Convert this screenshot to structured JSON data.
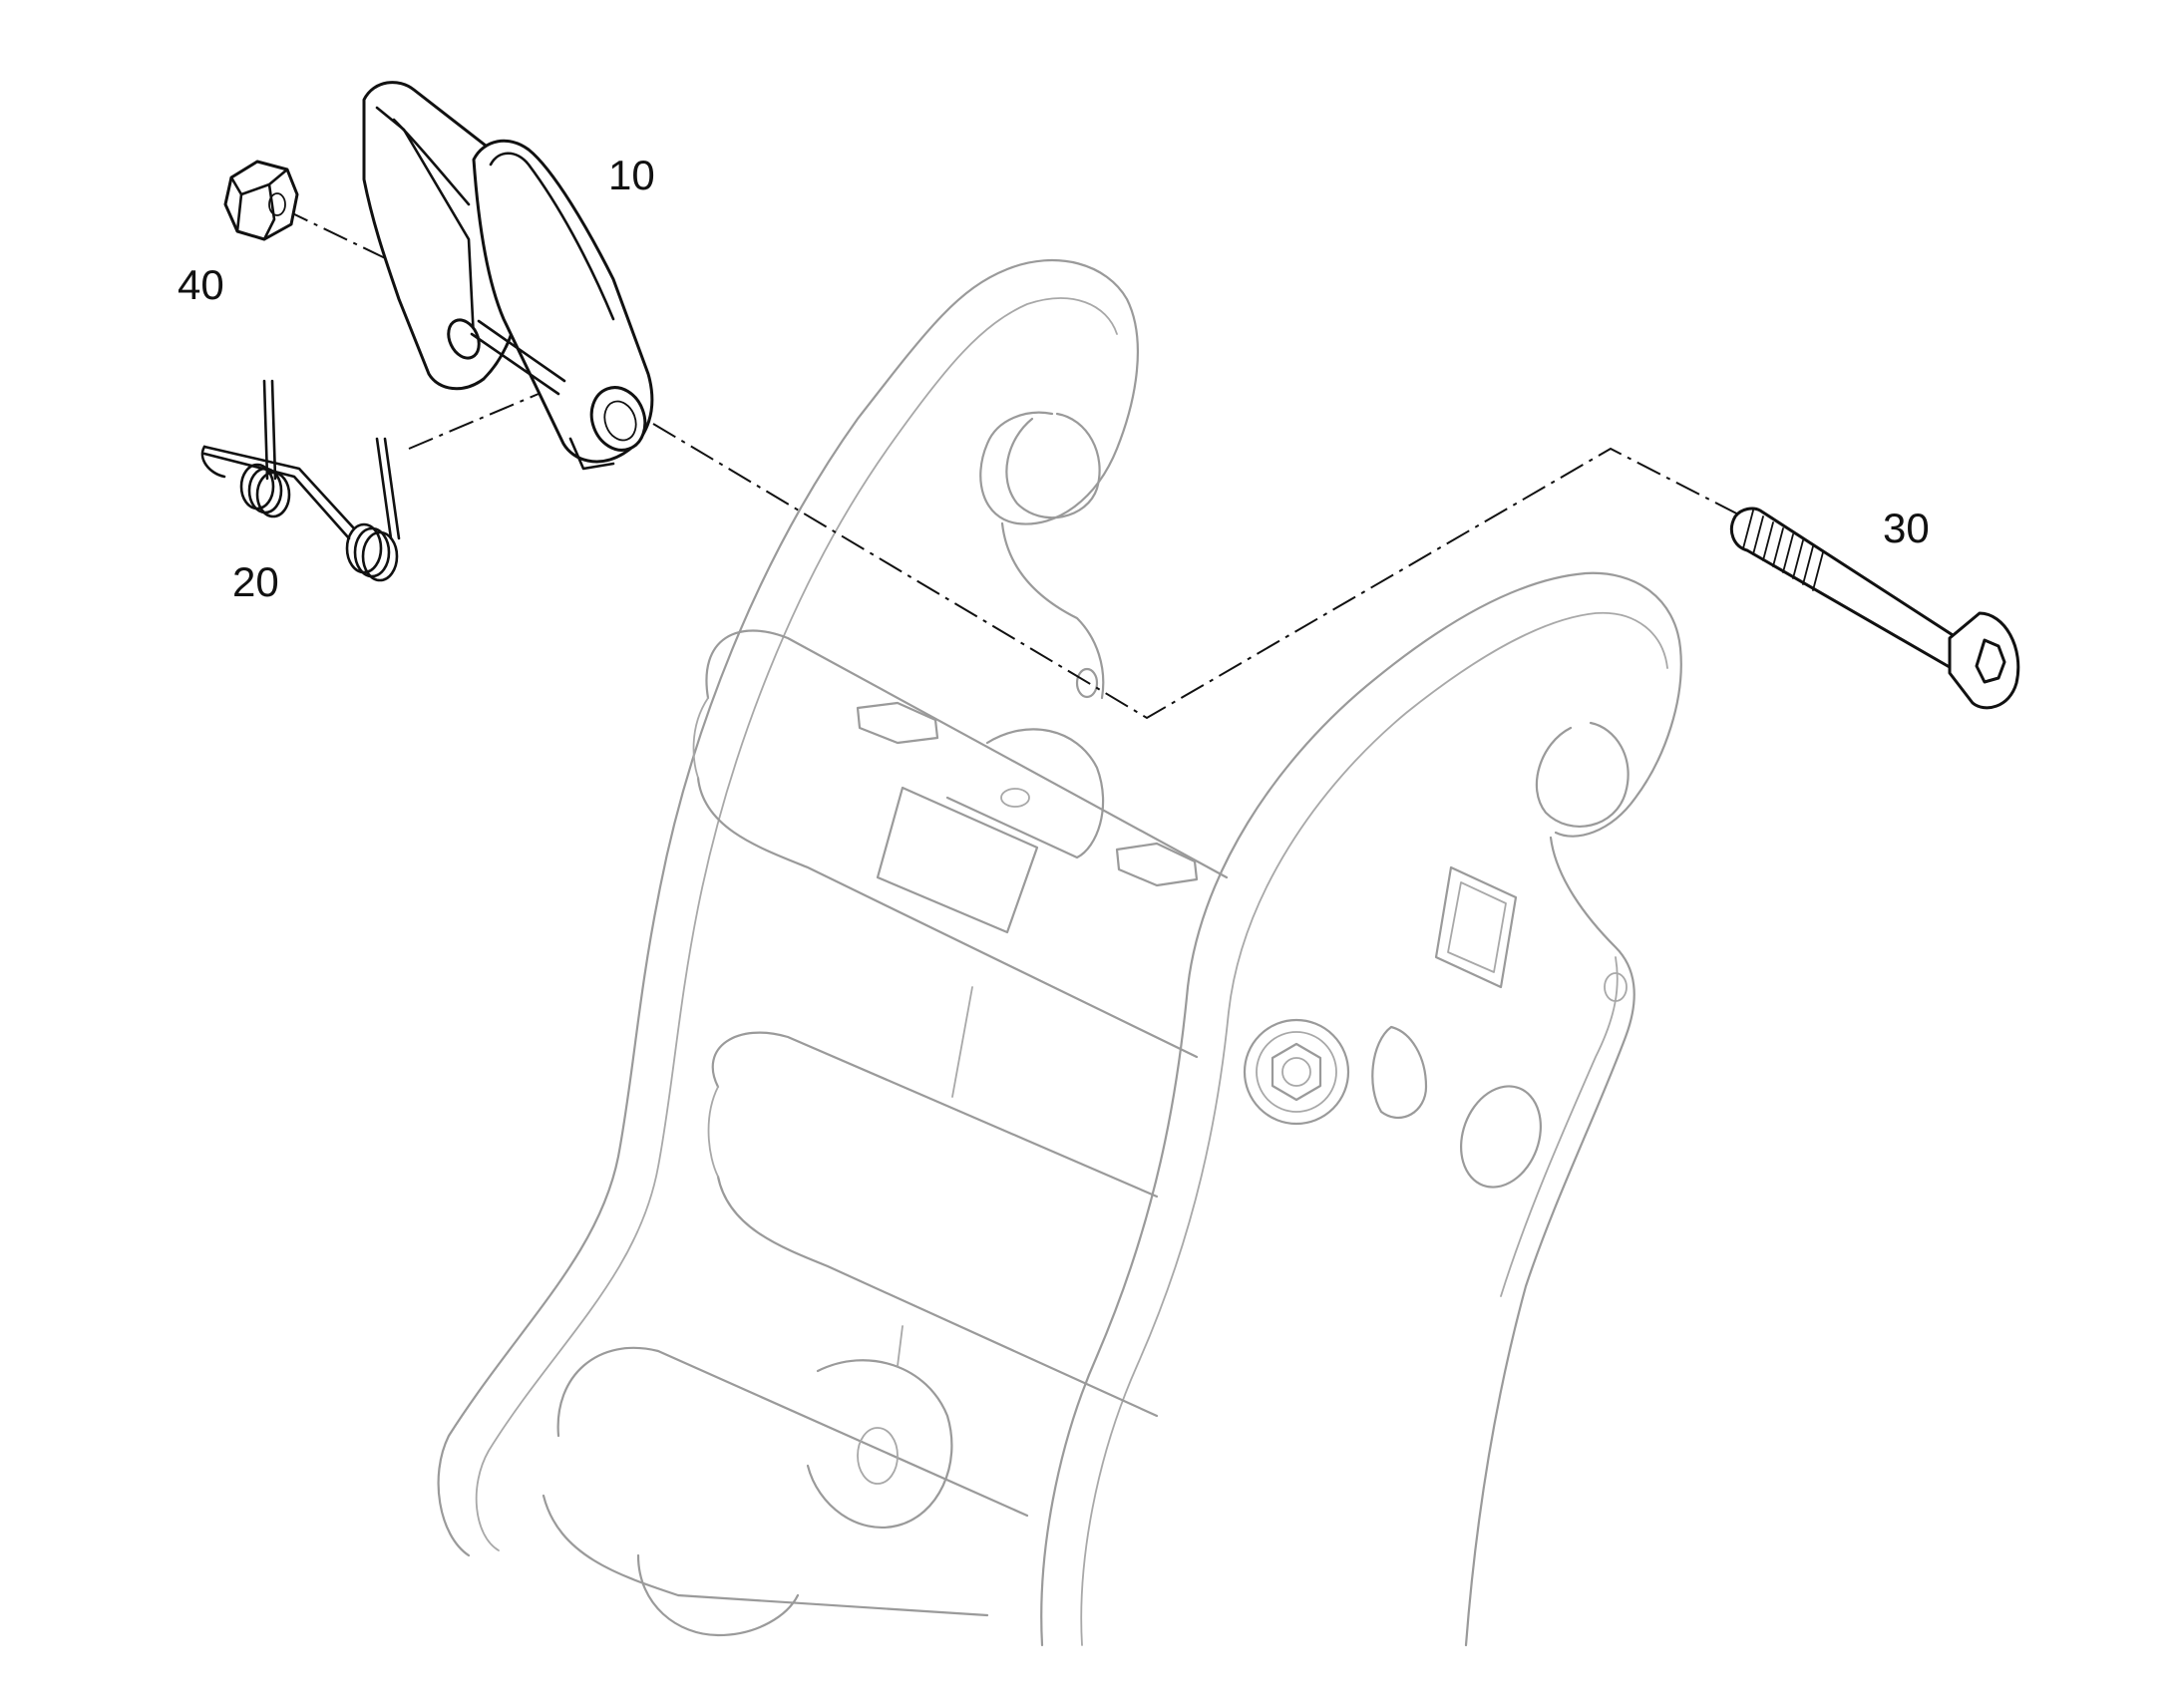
{
  "callouts": {
    "latch": "10",
    "spring": "20",
    "bolt": "30",
    "nut": "40"
  },
  "colors": {
    "part_stroke": "#111111",
    "frame_stroke": "#9a9a9a",
    "background": "#ffffff"
  }
}
